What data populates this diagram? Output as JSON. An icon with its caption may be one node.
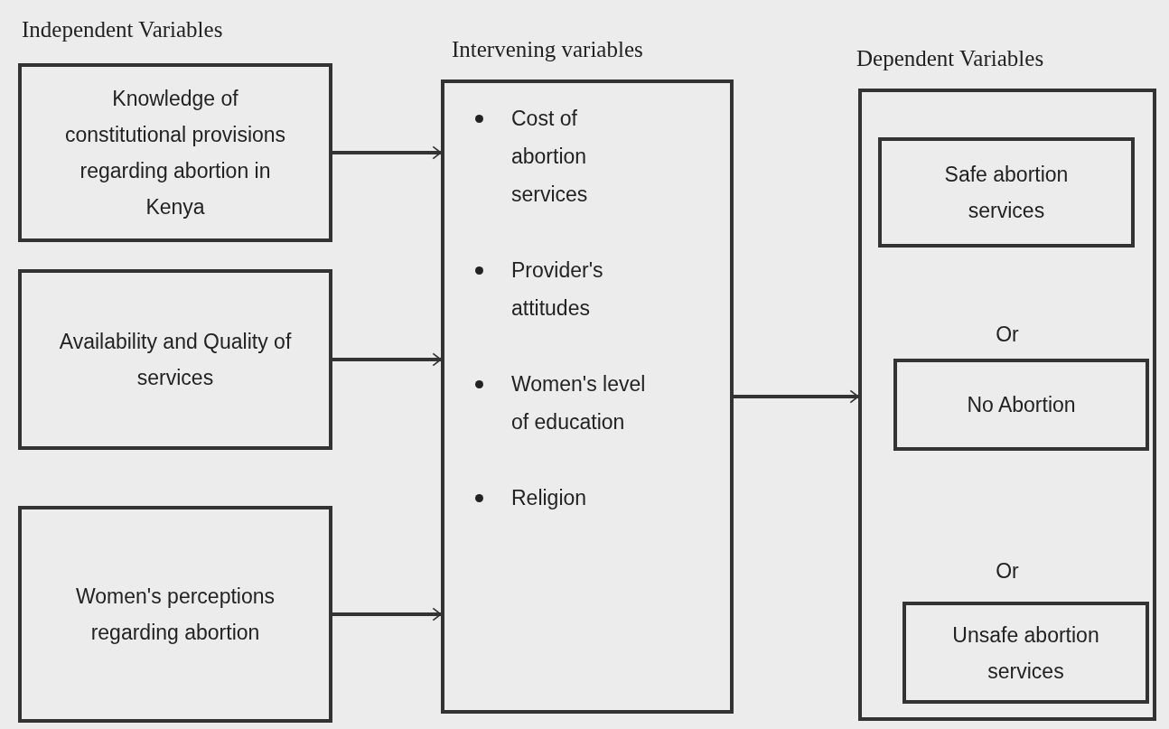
{
  "diagram": {
    "nodes": [
      {
        "text": [
          "Knowledge of constitutional provisions regarding abortion in Kenya"
        ]
      },
      {
        "text": [
          "Availability and Quality of services"
        ]
      },
      {
        "text": [
          "Women's perceptions regarding abortion"
        ]
      },
      {
        "text": [
          "Intervening variables",
          "Cost of abortion services",
          "Provider's attitudes",
          "Women's level of education",
          "Religion"
        ]
      },
      {
        "text": [
          "Dependent Variables",
          "Or",
          "Or"
        ]
      },
      {
        "text": [
          "Safe abortion services"
        ],
        "in": 4
      },
      {
        "text": [
          "No Abortion"
        ],
        "in": 4
      },
      {
        "text": [
          "Unsafe abortion services"
        ],
        "in": 4
      }
    ],
    "edges": [
      {
        "from": 0,
        "to": 3,
        "arrow": "to"
      },
      {
        "from": 1,
        "to": 3,
        "arrow": "to"
      },
      {
        "from": 2,
        "to": 3,
        "arrow": "to"
      },
      {
        "from": 3,
        "to": 4,
        "arrow": "to"
      }
    ],
    "labels": [
      "Independent Variables"
    ]
  }
}
